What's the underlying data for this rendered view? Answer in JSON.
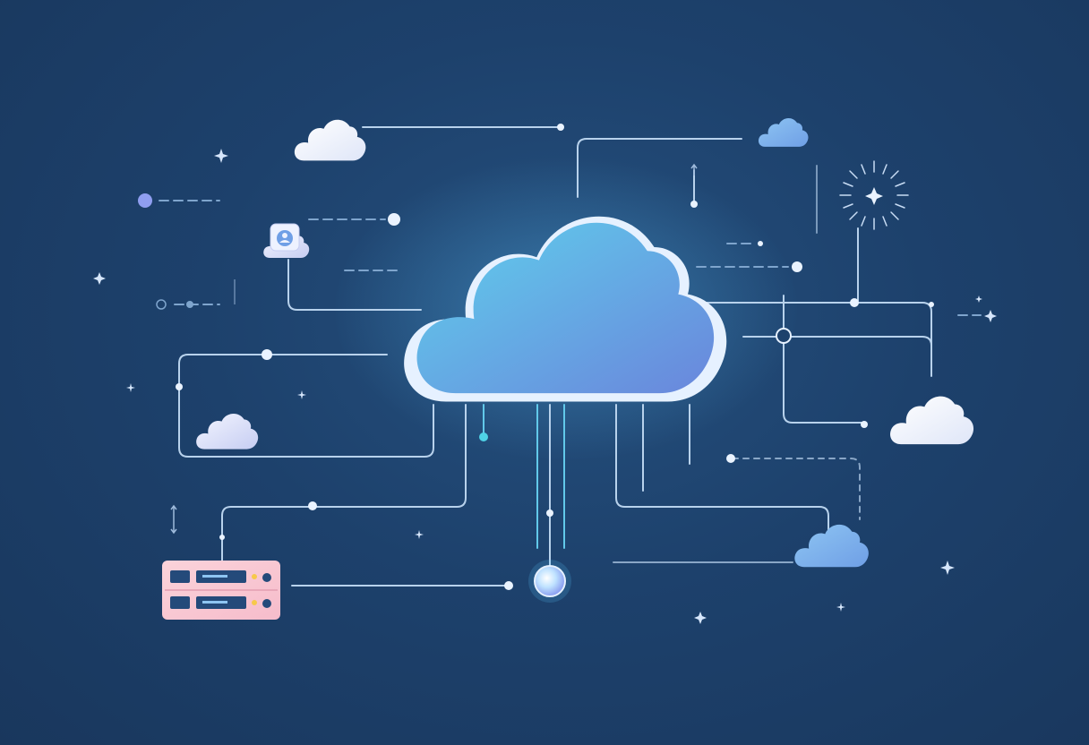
{
  "diagram": {
    "background_colors": [
      "#25507e",
      "#1d416c",
      "#19375d"
    ],
    "line_color": "#b8d2ec",
    "accent_line_color": "#62c9ea",
    "central_cloud": {
      "icon": "cloud-icon",
      "fill_start": "#5fd0ec",
      "fill_end": "#6a86dc",
      "outline": "#e6f1ff"
    },
    "side_clouds": [
      {
        "name": "cloud-top-left",
        "icon": "cloud-icon"
      },
      {
        "name": "cloud-top-right",
        "icon": "cloud-icon"
      },
      {
        "name": "cloud-left",
        "icon": "cloud-icon"
      },
      {
        "name": "cloud-right",
        "icon": "cloud-icon"
      },
      {
        "name": "cloud-bottom-right",
        "icon": "cloud-icon"
      }
    ],
    "badge_cloud": {
      "icon": "user-icon"
    },
    "server": {
      "icon": "server-rack-icon",
      "units": 2,
      "fill": "#f9c8d2",
      "indicator_colors": [
        "#f7c94a",
        "#244a7a"
      ]
    },
    "hub_node": {
      "icon": "node-icon",
      "fill": "#c7d9ff"
    },
    "spark": {
      "icon": "sparkle-burst-icon"
    },
    "decor": [
      "sparkle-icon",
      "dot-icon"
    ]
  }
}
